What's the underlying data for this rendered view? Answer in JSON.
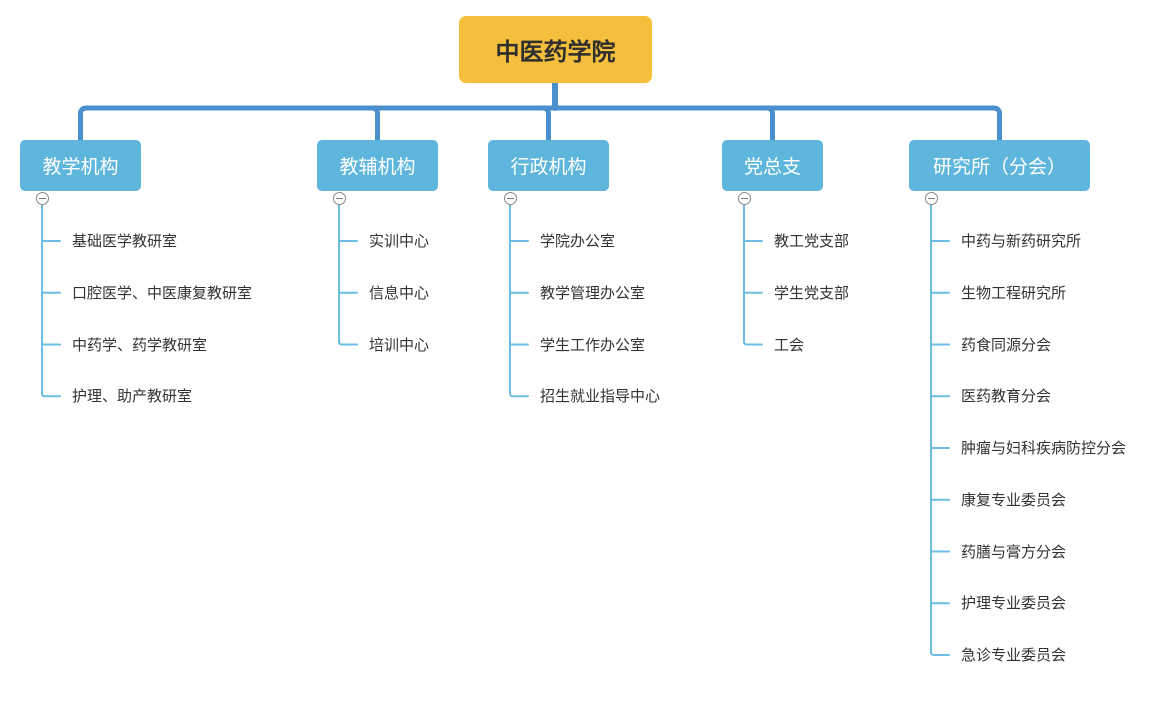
{
  "root": {
    "label": "中医药学院"
  },
  "colors": {
    "root_fill": "#f5bf3c",
    "category_fill": "#5fb6dd",
    "connector": "#4a90cf",
    "leaf_line": "#6cbde2"
  },
  "categories": [
    {
      "label": "教学机构",
      "children": [
        "基础医学教研室",
        "口腔医学、中医康复教研室",
        "中药学、药学教研室",
        "护理、助产教研室"
      ]
    },
    {
      "label": "教辅机构",
      "children": [
        "实训中心",
        "信息中心",
        "培训中心"
      ]
    },
    {
      "label": "行政机构",
      "children": [
        "学院办公室",
        "教学管理办公室",
        "学生工作办公室",
        "招生就业指导中心"
      ]
    },
    {
      "label": "党总支",
      "children": [
        "教工党支部",
        "学生党支部",
        "工会"
      ]
    },
    {
      "label": "研究所（分会）",
      "children": [
        "中药与新药研究所",
        "生物工程研究所",
        "药食同源分会",
        "医药教育分会",
        "肿瘤与妇科疾病防控分会",
        "康复专业委员会",
        "药膳与膏方分会",
        "护理专业委员会",
        "急诊专业委员会"
      ]
    }
  ]
}
